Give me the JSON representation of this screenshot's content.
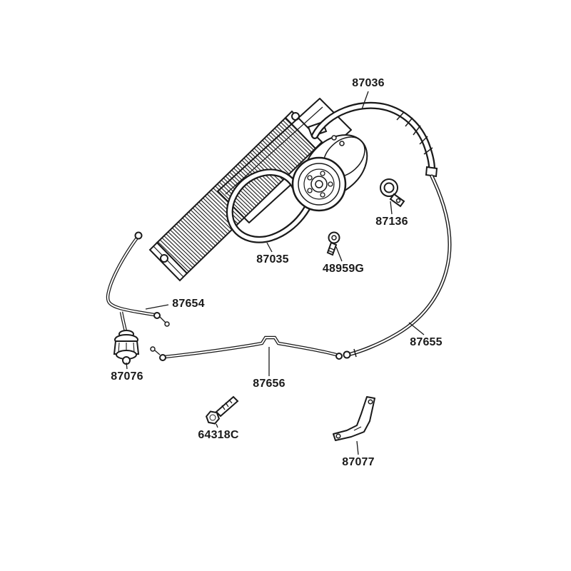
{
  "diagram": {
    "background_color": "#ffffff",
    "line_color": "#1a1a1a",
    "labels": [
      {
        "text": "87036"
      },
      {
        "text": "87136"
      },
      {
        "text": "87035"
      },
      {
        "text": "48959G"
      },
      {
        "text": "87654"
      },
      {
        "text": "87655"
      },
      {
        "text": "87076"
      },
      {
        "text": "87656"
      },
      {
        "text": "64318C"
      },
      {
        "text": "87077"
      }
    ]
  }
}
